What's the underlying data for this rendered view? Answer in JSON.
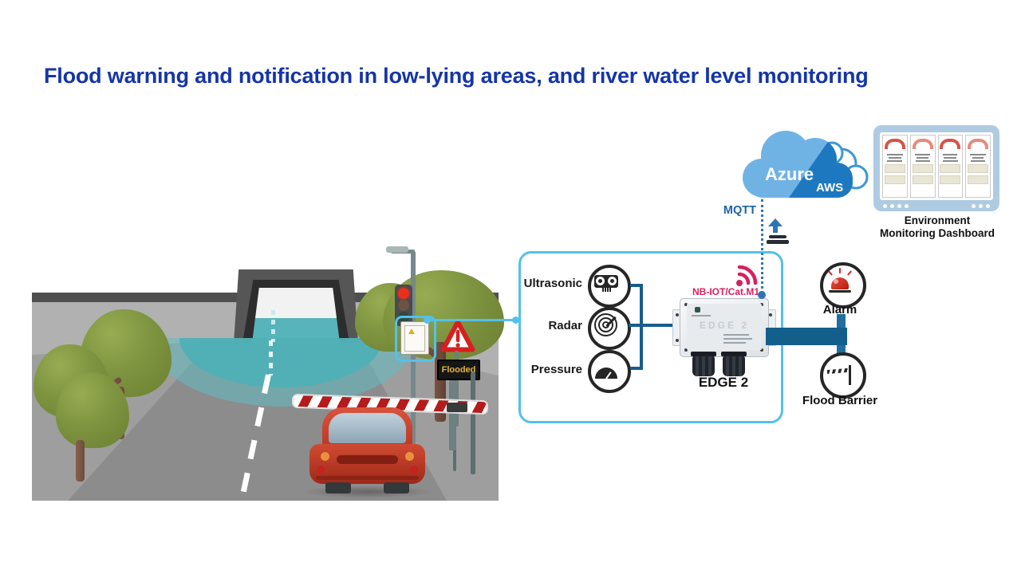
{
  "title": {
    "text": "Flood warning and notification in low-lying areas, and river water level monitoring"
  },
  "scene": {
    "flooded_sign_label": "Flooded"
  },
  "sensor_panel": {
    "sensors": [
      {
        "label": "Ultrasonic",
        "icon": "ultrasonic-sensor-icon"
      },
      {
        "label": "Radar",
        "icon": "radar-icon"
      },
      {
        "label": "Pressure",
        "icon": "pressure-gauge-icon"
      }
    ]
  },
  "edge": {
    "connectivity_label": "NB-IOT/Cat.M1",
    "board_text": "EDGE 2",
    "label": "EDGE 2"
  },
  "cloud": {
    "azure_label": "Azure",
    "aws_label": "AWS",
    "protocol_label": "MQTT"
  },
  "dashboard": {
    "label_line1": "Environment",
    "label_line2": "Monitoring Dashboard"
  },
  "outputs": {
    "alarm": {
      "label": "Alarm",
      "icon": "alarm-siren-icon"
    },
    "flood_barrier": {
      "label": "Flood Barrier",
      "icon": "flood-barrier-icon"
    }
  },
  "colors": {
    "title_text": "#1535a8",
    "callout_blue": "#53c1e9",
    "bracket_blue": "#175d8d",
    "connector_teal": "#135f8c",
    "mqtt_blue": "#1a64a8",
    "nbiot_red": "#d6215f",
    "cloud_light_blue": "#6fb3e5",
    "cloud_dark_blue": "#1e78c0",
    "flood_water_teal": "#4fb0b6",
    "alarm_red": "#c62a1c",
    "flooded_sign_yellow": "#e3b33a"
  }
}
